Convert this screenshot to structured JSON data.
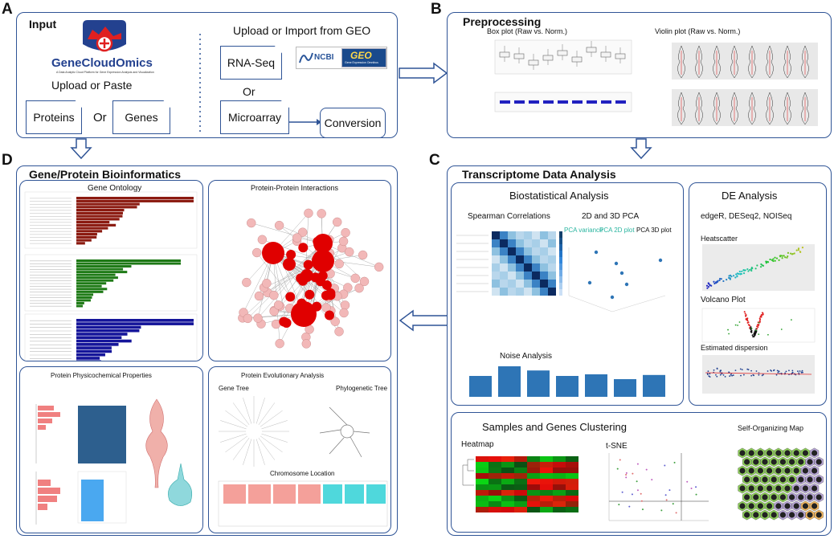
{
  "panels": {
    "A": {
      "letter": "A",
      "title": "Input"
    },
    "B": {
      "letter": "B",
      "title": "Preprocessing"
    },
    "C": {
      "letter": "C",
      "title": "Transcriptome Data  Analysis"
    },
    "D": {
      "letter": "D",
      "title": "Gene/Protein Bioinformatics"
    }
  },
  "input": {
    "logo_text": "GeneCloudOmics",
    "logo_subtitle": "A Data Analytic Cloud Platform for Gene Expression Analysis and Visualization",
    "upload_paste": "Upload or Paste",
    "proteins": "Proteins",
    "or1": "Or",
    "genes": "Genes",
    "upload_geo": "Upload or Import from GEO",
    "rnaseq": "RNA-Seq",
    "or2": "Or",
    "microarray": "Microarray",
    "conversion": "Conversion",
    "ncbi": "NCBI",
    "geo": "GEO",
    "geo_sub": "Gene Expression Omnibus"
  },
  "preprocessing": {
    "boxplot_label": "Box plot (Raw vs. Norm.)",
    "violin_label": "Violin plot (Raw vs. Norm.)"
  },
  "gene_protein": {
    "gene_ontology": "Gene Ontology",
    "ppi": "Protein-Protein Interactions",
    "physchem": "Protein Physicochemical Properties",
    "evolution": "Protein Evolutionary Analysis",
    "gene_tree": "Gene Tree",
    "phylo_tree": "Phylogenetic Tree",
    "chromosome": "Chromosome Location"
  },
  "transcriptome": {
    "biostat": "Biostatistical Analysis",
    "spearman": "Spearman Correlations",
    "pca": "2D and 3D PCA",
    "pca_tabs": [
      "PCA variance",
      "PCA 2D plot",
      "PCA 3D plot"
    ],
    "noise": "Noise Analysis",
    "de": "DE Analysis",
    "de_methods": "edgeR, DESeq2, NOISeq",
    "heatscatter": "Heatscatter",
    "volcano": "Volcano Plot",
    "dispersion": "Estimated dispersion",
    "clustering": "Samples and Genes Clustering",
    "heatmap": "Heatmap",
    "tsne": "t-SNE",
    "som": "Self-Organizing Map"
  },
  "colors": {
    "border": "#2f5496",
    "bar_brown": "#8b1a10",
    "bar_green": "#1e7a16",
    "bar_blue": "#15159a",
    "node_red": "#e00000",
    "node_pink": "#f2b8b8",
    "corr_blue": "#2171b5",
    "noise_blue": "#2e75b6"
  }
}
